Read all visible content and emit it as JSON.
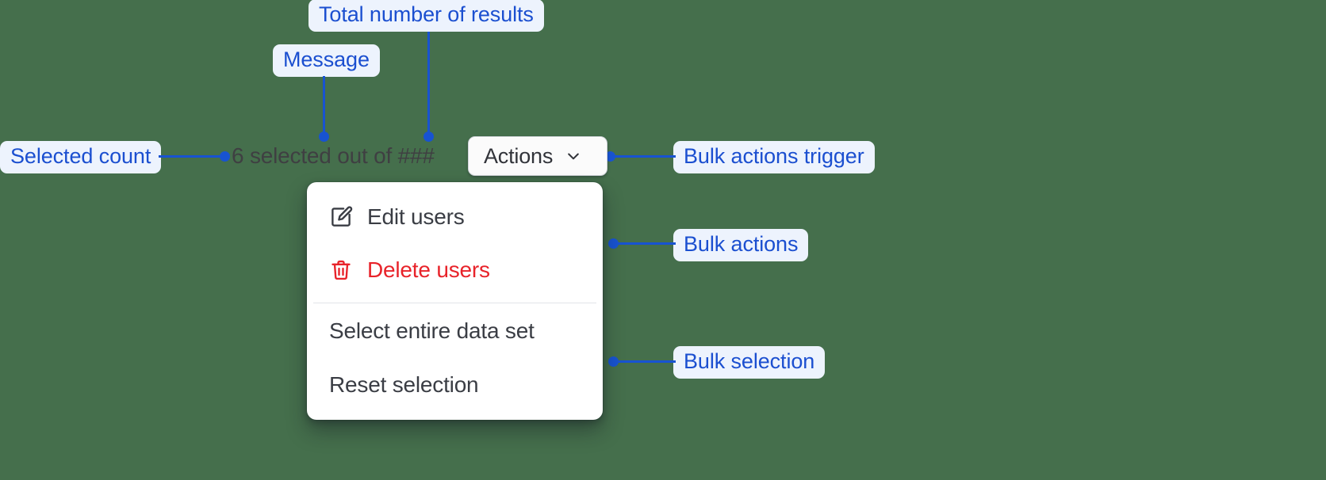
{
  "canvas": {
    "background_color": "#456f4c",
    "accent_color": "#1853d1",
    "callout_bg_color": "#edf3fd",
    "danger_color": "#e8232a",
    "text_color": "#3a3d44"
  },
  "annotations": [
    {
      "id": "total-results",
      "label": "Total number of results"
    },
    {
      "id": "message",
      "label": "Message"
    },
    {
      "id": "selected-count",
      "label": "Selected count"
    },
    {
      "id": "bulk-actions-trigger",
      "label": "Bulk actions trigger"
    },
    {
      "id": "bulk-actions",
      "label": "Bulk actions"
    },
    {
      "id": "bulk-selection",
      "label": "Bulk selection"
    }
  ],
  "bulk_bar": {
    "message_text": "6 selected out of ###",
    "selected_count": "6",
    "total_placeholder": "###",
    "trigger": {
      "label": "Actions",
      "icon": "chevron-down-icon",
      "expanded": true
    }
  },
  "menu": {
    "groups": [
      {
        "name": "bulk-actions",
        "items": [
          {
            "id": "edit-users",
            "label": "Edit users",
            "icon": "pencil-square-icon",
            "variant": "default"
          },
          {
            "id": "delete-users",
            "label": "Delete users",
            "icon": "trash-icon",
            "variant": "danger"
          }
        ]
      },
      {
        "name": "bulk-selection",
        "items": [
          {
            "id": "select-entire-data-set",
            "label": "Select entire data set",
            "icon": null,
            "variant": "default"
          },
          {
            "id": "reset-selection",
            "label": "Reset selection",
            "icon": null,
            "variant": "default"
          }
        ]
      }
    ]
  }
}
